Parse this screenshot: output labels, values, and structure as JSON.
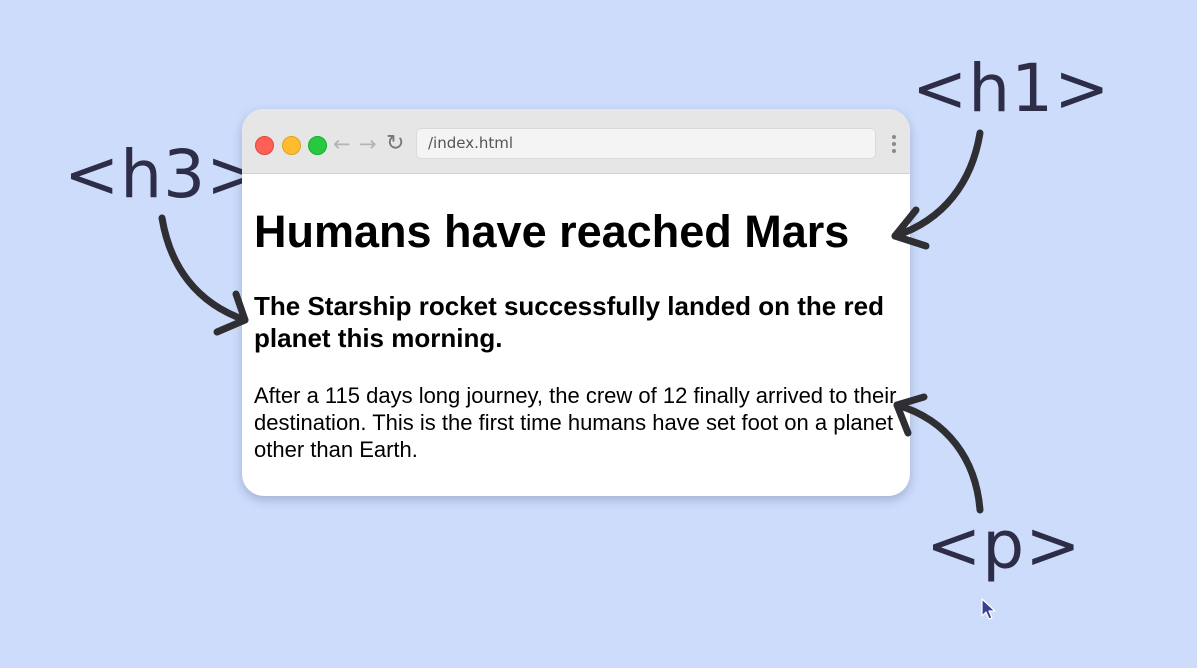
{
  "annotations": {
    "h1_tag": "<h1>",
    "h3_tag": "<h3>",
    "p_tag": "<p>"
  },
  "browser": {
    "address": "/index.html",
    "icons": {
      "traffic_lights": [
        "close-light",
        "minimize-light",
        "zoom-light"
      ],
      "back": "back-arrow-icon",
      "forward": "forward-arrow-icon",
      "reload": "reload-icon",
      "menu": "kebab-menu-icon"
    }
  },
  "page": {
    "h1": "Humans have reached Mars",
    "h3": "The Starship rocket successfully landed on the red planet this morning.",
    "paragraph": "After a 115 days long journey, the crew of 12 finally arrived to their destination. This is the first time humans have set foot on a planet other than Earth."
  },
  "colors": {
    "background": "#cddcfb",
    "label": "#2d2d47",
    "arrow": "#2e2e33",
    "close": "#fe5f57",
    "minimize": "#febc2e",
    "zoom": "#28c840"
  }
}
